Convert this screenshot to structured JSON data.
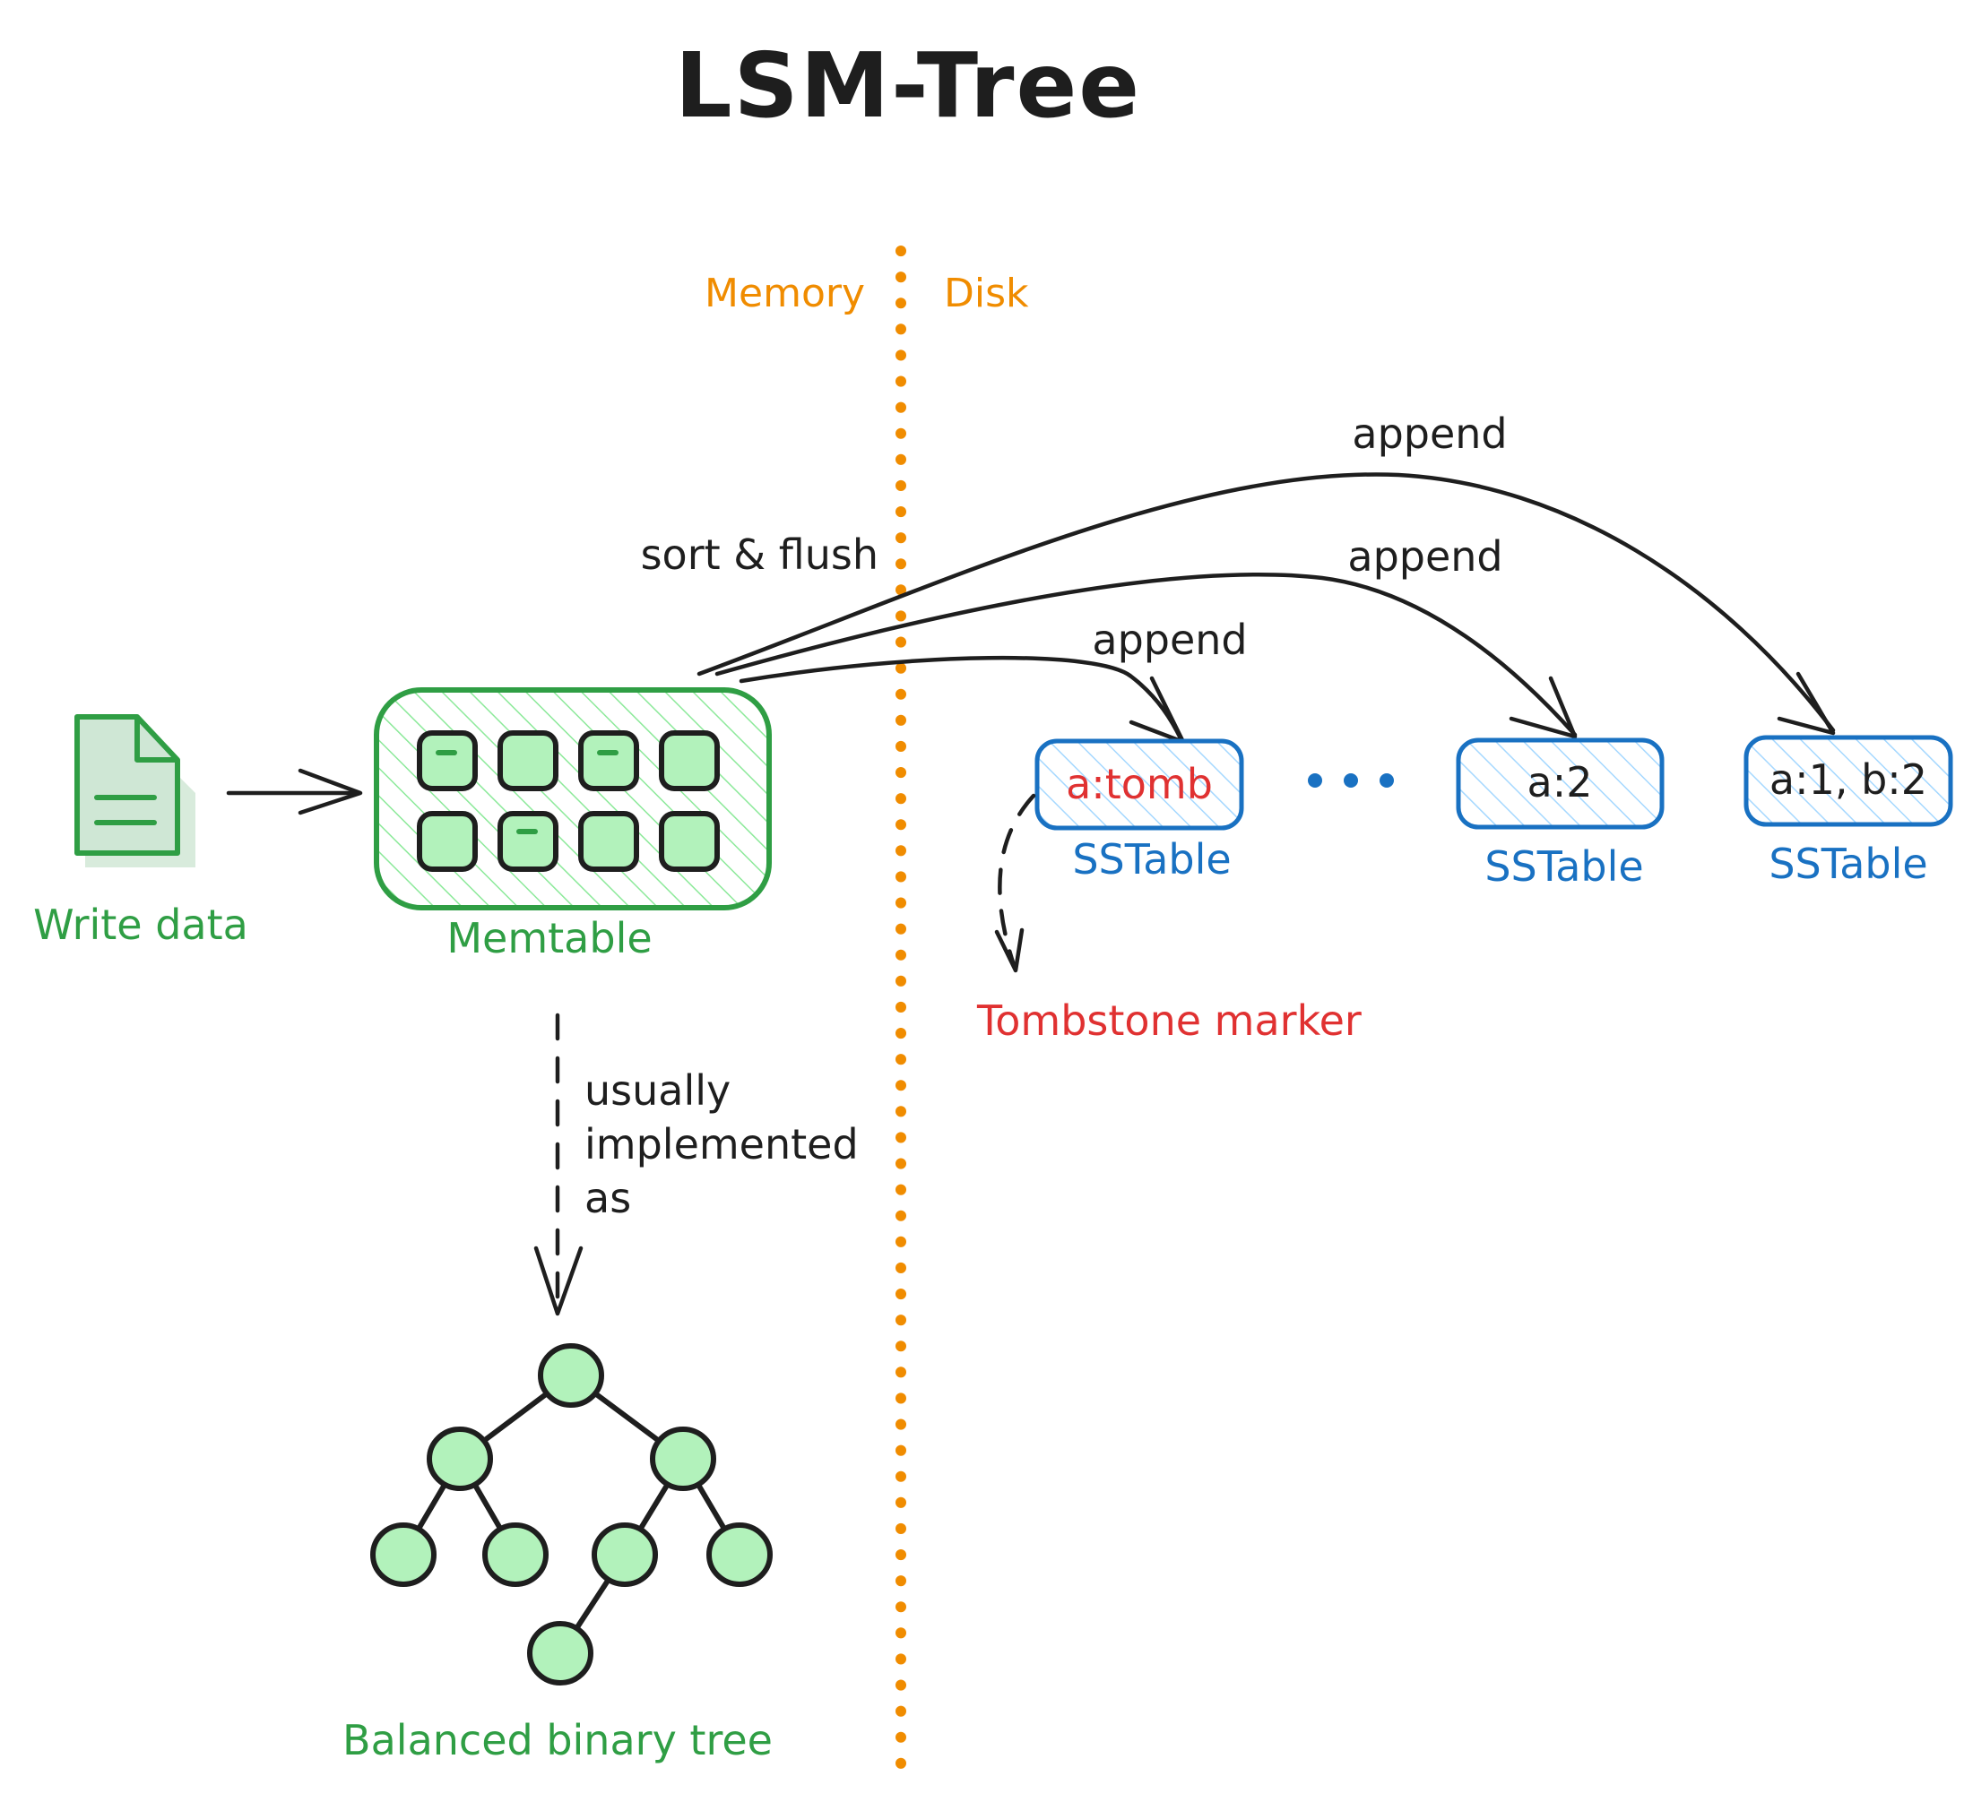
{
  "title": "LSM-Tree",
  "regions": {
    "memory": "Memory",
    "disk": "Disk"
  },
  "write": {
    "label": "Write data",
    "icon": "document-icon"
  },
  "memtable": {
    "label": "Memtable"
  },
  "flush_label": "sort & flush",
  "append_labels": [
    "append",
    "append",
    "append"
  ],
  "sstables": [
    {
      "content": "a:tomb",
      "label": "SSTable"
    },
    {
      "content": "a:2",
      "label": "SSTable"
    },
    {
      "content": "a:1, b:2",
      "label": "SSTable"
    }
  ],
  "tombstone_label": "Tombstone marker",
  "impl_note": [
    "usually",
    "implemented",
    "as"
  ],
  "tree_label": "Balanced binary tree",
  "colors": {
    "green": "#2f9e44",
    "green_fill": "#b2f2bb",
    "blue": "#1971c2",
    "red": "#e03131",
    "orange": "#f08c00",
    "ink": "#1e1e1e"
  }
}
